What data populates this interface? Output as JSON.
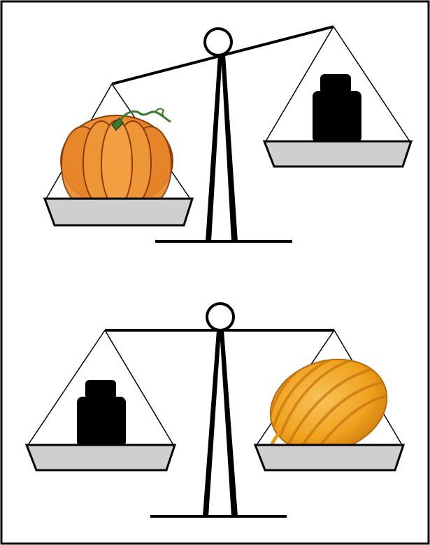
{
  "colors": {
    "line": "#000000",
    "pan_fill": "#cfcfcf",
    "weight": "#000000",
    "pumpkin_orange": "#e8872a",
    "pumpkin_shadow": "#b85412",
    "pumpkin_highlight": "#f7b05a",
    "stem_green": "#3d7a2c",
    "melon_orange": "#f0a21e",
    "melon_stripe": "#c9770e",
    "background": "#ffffff"
  },
  "scales": [
    {
      "id": "top-scale",
      "state": "tilted",
      "left_pan_item": "pumpkin",
      "right_pan_item": "weight",
      "heavier_side": "left"
    },
    {
      "id": "bottom-scale",
      "state": "balanced",
      "left_pan_item": "weight",
      "right_pan_item": "melon",
      "heavier_side": "none"
    }
  ]
}
